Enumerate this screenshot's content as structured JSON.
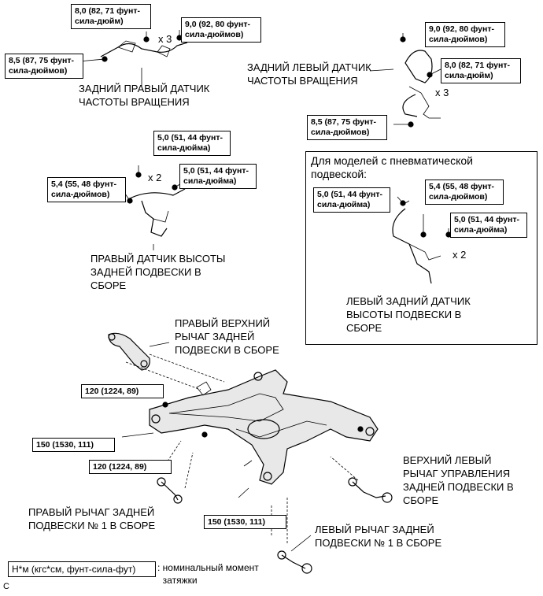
{
  "torques": {
    "rr_sensor_top": "8,0 (82, 71 фунт-\nсила-дюйм)",
    "rr_sensor_right": "9,0 (92, 80 фунт-\nсила-дюймов)",
    "rr_sensor_left": "8,5 (87, 75 фунт-\nсила-дюймов)",
    "rl_sensor_top": "9,0 (92, 80 фунт-\nсила-дюймов)",
    "rl_sensor_mid": "8,0 (82, 71 фунт-\nсила-дюйм)",
    "rl_sensor_bottom": "8,5 (87, 75 фунт-\nсила-дюймов)",
    "rh_height_top": "5,0 (51, 44 фунт-\nсила-дюйма)",
    "rh_height_left": "5,4 (55, 48 фунт-\nсила-дюймов)",
    "rh_height_right": "5,0 (51, 44 фунт-\nсила-дюйма)",
    "lh_height_left": "5,0 (51, 44 фунт-\nсила-дюйма)",
    "lh_height_top": "5,4 (55, 48 фунт-\nсила-дюймов)",
    "lh_height_right": "5,0 (51, 44 фунт-\nсила-дюйма)",
    "crossmember_120_top": "120 (1224, 89)",
    "crossmember_150_left": "150 (1530, 111)",
    "crossmember_120_mid": "120 (1224, 89)",
    "crossmember_150_bottom": "150 (1530, 111)"
  },
  "labels": {
    "rr_speed_sensor": "ЗАДНИЙ ПРАВЫЙ ДАТЧИК\nЧАСТОТЫ ВРАЩЕНИЯ",
    "rl_speed_sensor": "ЗАДНИЙ ЛЕВЫЙ ДАТЧИК\nЧАСТОТЫ ВРАЩЕНИЯ",
    "rh_height_sensor": "ПРАВЫЙ ДАТЧИК ВЫСОТЫ\nЗАДНЕЙ ПОДВЕСКИ В\nСБОРЕ",
    "air_suspension_title": "Для моделей с пневматической\nподвеской:",
    "lh_height_sensor": "ЛЕВЫЙ ЗАДНИЙ ДАТЧИК\nВЫСОТЫ ПОДВЕСКИ В\nСБОРЕ",
    "rh_upper_arm": "ПРАВЫЙ ВЕРХНИЙ\nРЫЧАГ ЗАДНЕЙ\nПОДВЕСКИ В СБОРЕ",
    "lh_upper_arm": "ВЕРХНИЙ ЛЕВЫЙ\nРЫЧАГ УПРАВЛЕНИЯ\nЗАДНЕЙ ПОДВЕСКИ В\nСБОРЕ",
    "rh_arm_no1": "ПРАВЫЙ РЫЧАГ ЗАДНЕЙ\nПОДВЕСКИ № 1 В СБОРЕ",
    "lh_arm_no1": "ЛЕВЫЙ РЫЧАГ ЗАДНЕЙ\nПОДВЕСКИ № 1 В СБОРЕ"
  },
  "multipliers": {
    "rr_x3": "x 3",
    "rl_x3": "x 3",
    "rh_x2": "x 2",
    "lh_x2": "x 2"
  },
  "legend": {
    "unit": "Н*м (кгс*см, фунт-сила-фут)",
    "description": ": номинальный момент\n  затяжки"
  },
  "corner_mark": "C"
}
